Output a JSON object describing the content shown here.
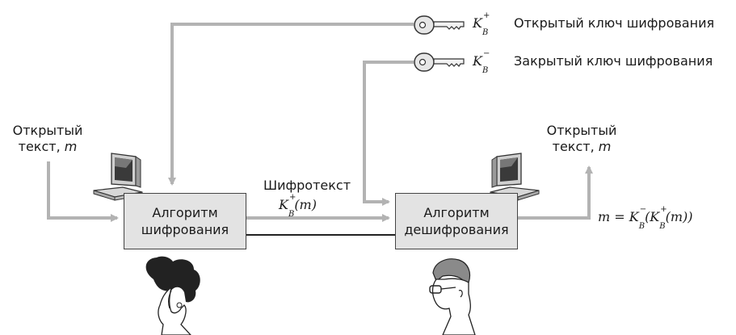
{
  "public_key": {
    "symbol": "K",
    "sub": "B",
    "sup": "+",
    "description": "Открытый ключ шифрования",
    "icon": "key-icon"
  },
  "private_key": {
    "symbol": "K",
    "sub": "B",
    "sup": "−",
    "description": "Закрытый ключ шифрования",
    "icon": "key-icon"
  },
  "sender": {
    "plaintext_line1": "Открытый",
    "plaintext_line2": "текст, ",
    "plaintext_var": "m",
    "box_line1": "Алгоритм",
    "box_line2": "шифрования",
    "computer_icon": "computer-icon",
    "person_icon": "woman-icon"
  },
  "channel": {
    "label": "Шифротекст",
    "formula": "K",
    "formula_sub": "B",
    "formula_sup": "+",
    "formula_arg": "(m)"
  },
  "receiver": {
    "plaintext_line1": "Открытый",
    "plaintext_line2": "текст, ",
    "plaintext_var": "m",
    "box_line1": "Алгоритм",
    "box_line2": "дешифрования",
    "result": "m = K",
    "result_sub_outer": "B",
    "result_sup_outer": "−",
    "result_mid": "(K",
    "result_sub_inner": "B",
    "result_sup_inner": "+",
    "result_end": "(m))",
    "computer_icon": "computer-icon",
    "person_icon": "man-icon"
  },
  "colors": {
    "arrow_gray": "#b3b3b3",
    "box_fill": "#e3e3e3",
    "line_dark": "#222222"
  }
}
